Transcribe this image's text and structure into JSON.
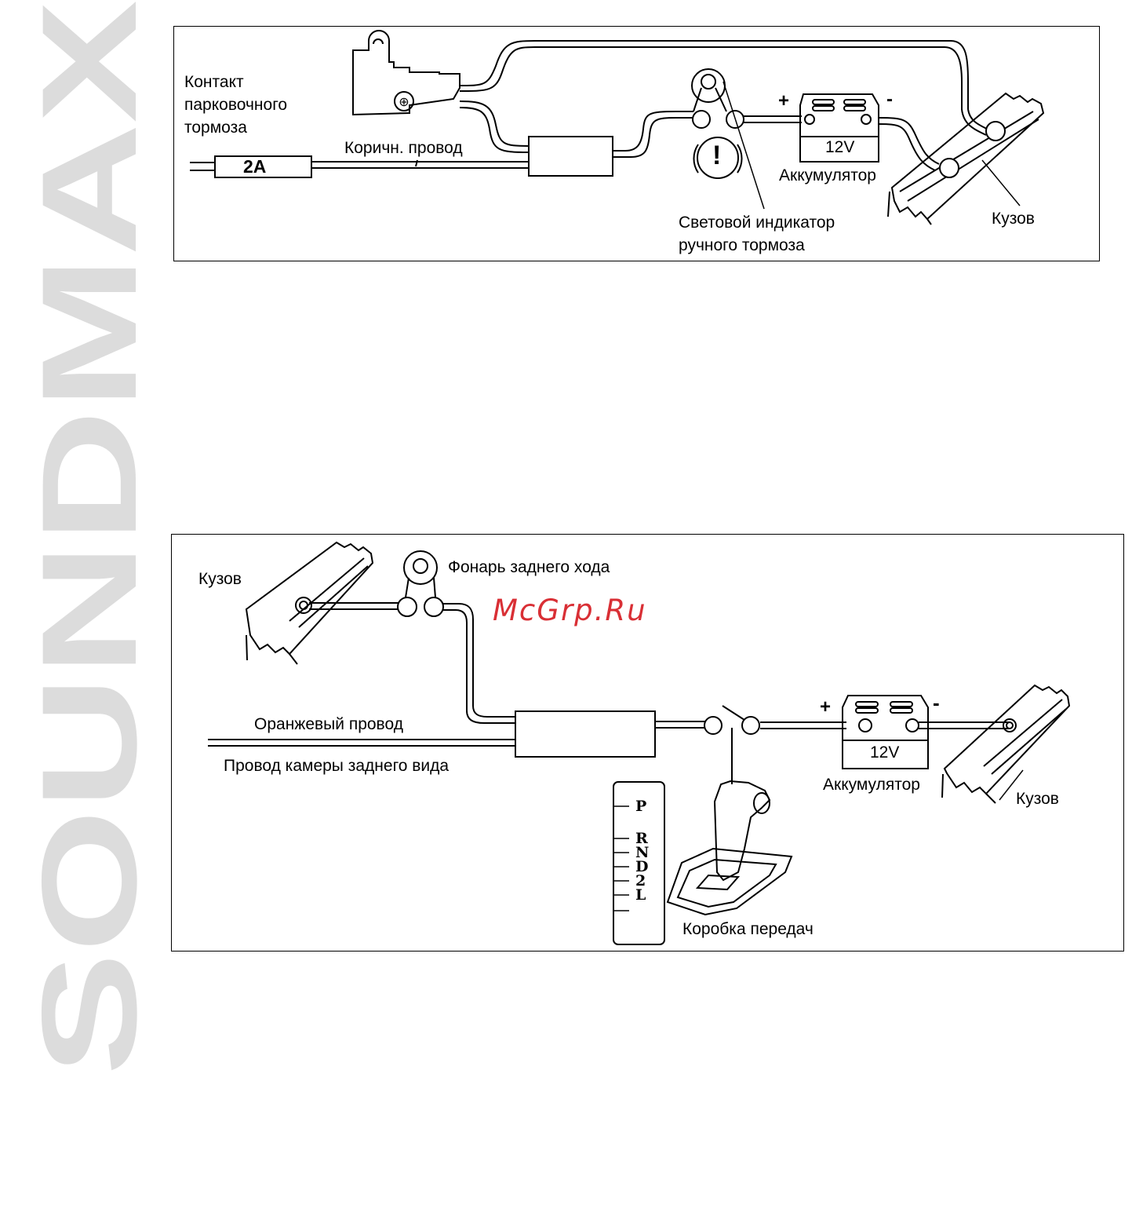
{
  "brand": {
    "text": "SOUNDMAX",
    "color": "#dcdcdc"
  },
  "diagram1": {
    "parking_contact": [
      "Контакт",
      "парковочного",
      "тормоза"
    ],
    "fuse": "2A",
    "brown_wire": "Коричн. провод",
    "plus": "+",
    "minus": "-",
    "battery_voltage": "12V",
    "battery": "Аккумулятор",
    "body": "Кузов",
    "brake_indicator": [
      "Световой индикатор",
      "ручного тормоза"
    ],
    "warning_glyph": "!"
  },
  "diagram2": {
    "body_left": "Кузов",
    "reverse_lamp": "Фонарь заднего хода",
    "orange_wire": "Оранжевый провод",
    "camera_wire": "Провод камеры заднего вида",
    "plus": "+",
    "minus": "-",
    "battery_voltage": "12V",
    "battery": "Аккумулятор",
    "body_right": "Кузов",
    "gearbox": "Коробка передач",
    "gear_positions": [
      "P",
      "R",
      "N",
      "D",
      "2",
      "L"
    ]
  },
  "watermark": {
    "text": "McGrp.Ru",
    "color": "#d92f35"
  }
}
